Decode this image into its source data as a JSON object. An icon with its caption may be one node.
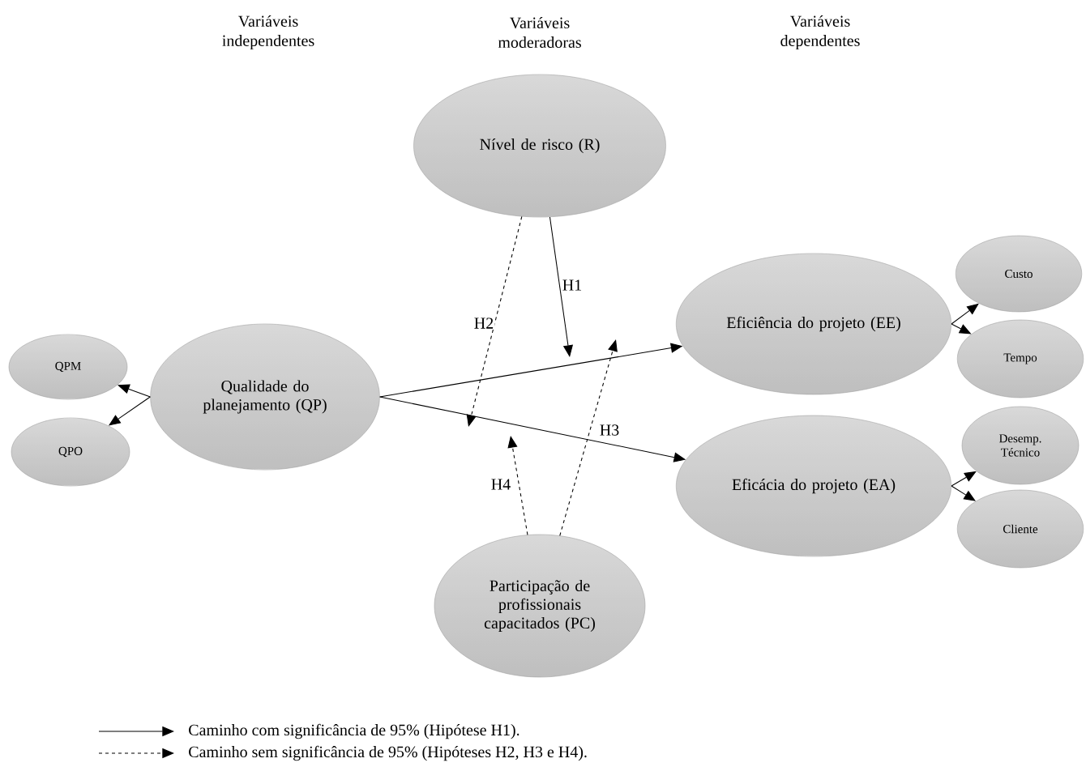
{
  "diagram": {
    "nodes": [
      {
        "text": [
          "QPM"
        ]
      },
      {
        "text": [
          "QPO"
        ]
      },
      {
        "text": [
          "Qualidade do planejamento (QP)"
        ]
      },
      {
        "text": [
          "Nível de risco (R)"
        ]
      },
      {
        "text": [
          "Eficiência do projeto (EE)"
        ]
      },
      {
        "text": [
          "Eficácia do projeto (EA)"
        ]
      },
      {
        "text": [
          "Participação de profissionais capacitados (PC)"
        ]
      },
      {
        "text": [
          "Custo"
        ]
      },
      {
        "text": [
          "Tempo"
        ]
      },
      {
        "text": [
          "Desemp. Técnico"
        ]
      },
      {
        "text": [
          "Cliente"
        ]
      }
    ],
    "edges": [
      {
        "from": 2,
        "to": 0,
        "arrow": "to"
      },
      {
        "from": 2,
        "to": 1,
        "arrow": "to"
      },
      {
        "from": 2,
        "to": 4,
        "arrow": "to"
      },
      {
        "from": 2,
        "to": 5,
        "arrow": "to"
      },
      {
        "from": 4,
        "to": 7,
        "arrow": "to"
      },
      {
        "from": 4,
        "to": 8,
        "arrow": "to"
      },
      {
        "from": 5,
        "to": 9,
        "arrow": "to"
      },
      {
        "from": 5,
        "to": 10,
        "arrow": "to"
      },
      {
        "from": 3,
        "to": null,
        "arrow": "to",
        "label": "H1"
      },
      {
        "from": 3,
        "to": null,
        "arrow": "to",
        "label": "H2",
        "style": "dashed"
      },
      {
        "from": 6,
        "to": null,
        "arrow": "to",
        "label": "H3",
        "style": "dashed"
      },
      {
        "from": 6,
        "to": null,
        "arrow": "to",
        "label": "H4",
        "style": "dashed"
      }
    ],
    "labels": [
      "Variáveis independentes",
      "Variáveis moderadoras",
      "Variáveis dependentes"
    ],
    "legend": [
      {
        "text": "Caminho com significância de 95% (Hipótese H1)."
      },
      {
        "text": "Caminho sem significância de 95% (Hipóteses H2, H3  e H4)."
      }
    ]
  }
}
